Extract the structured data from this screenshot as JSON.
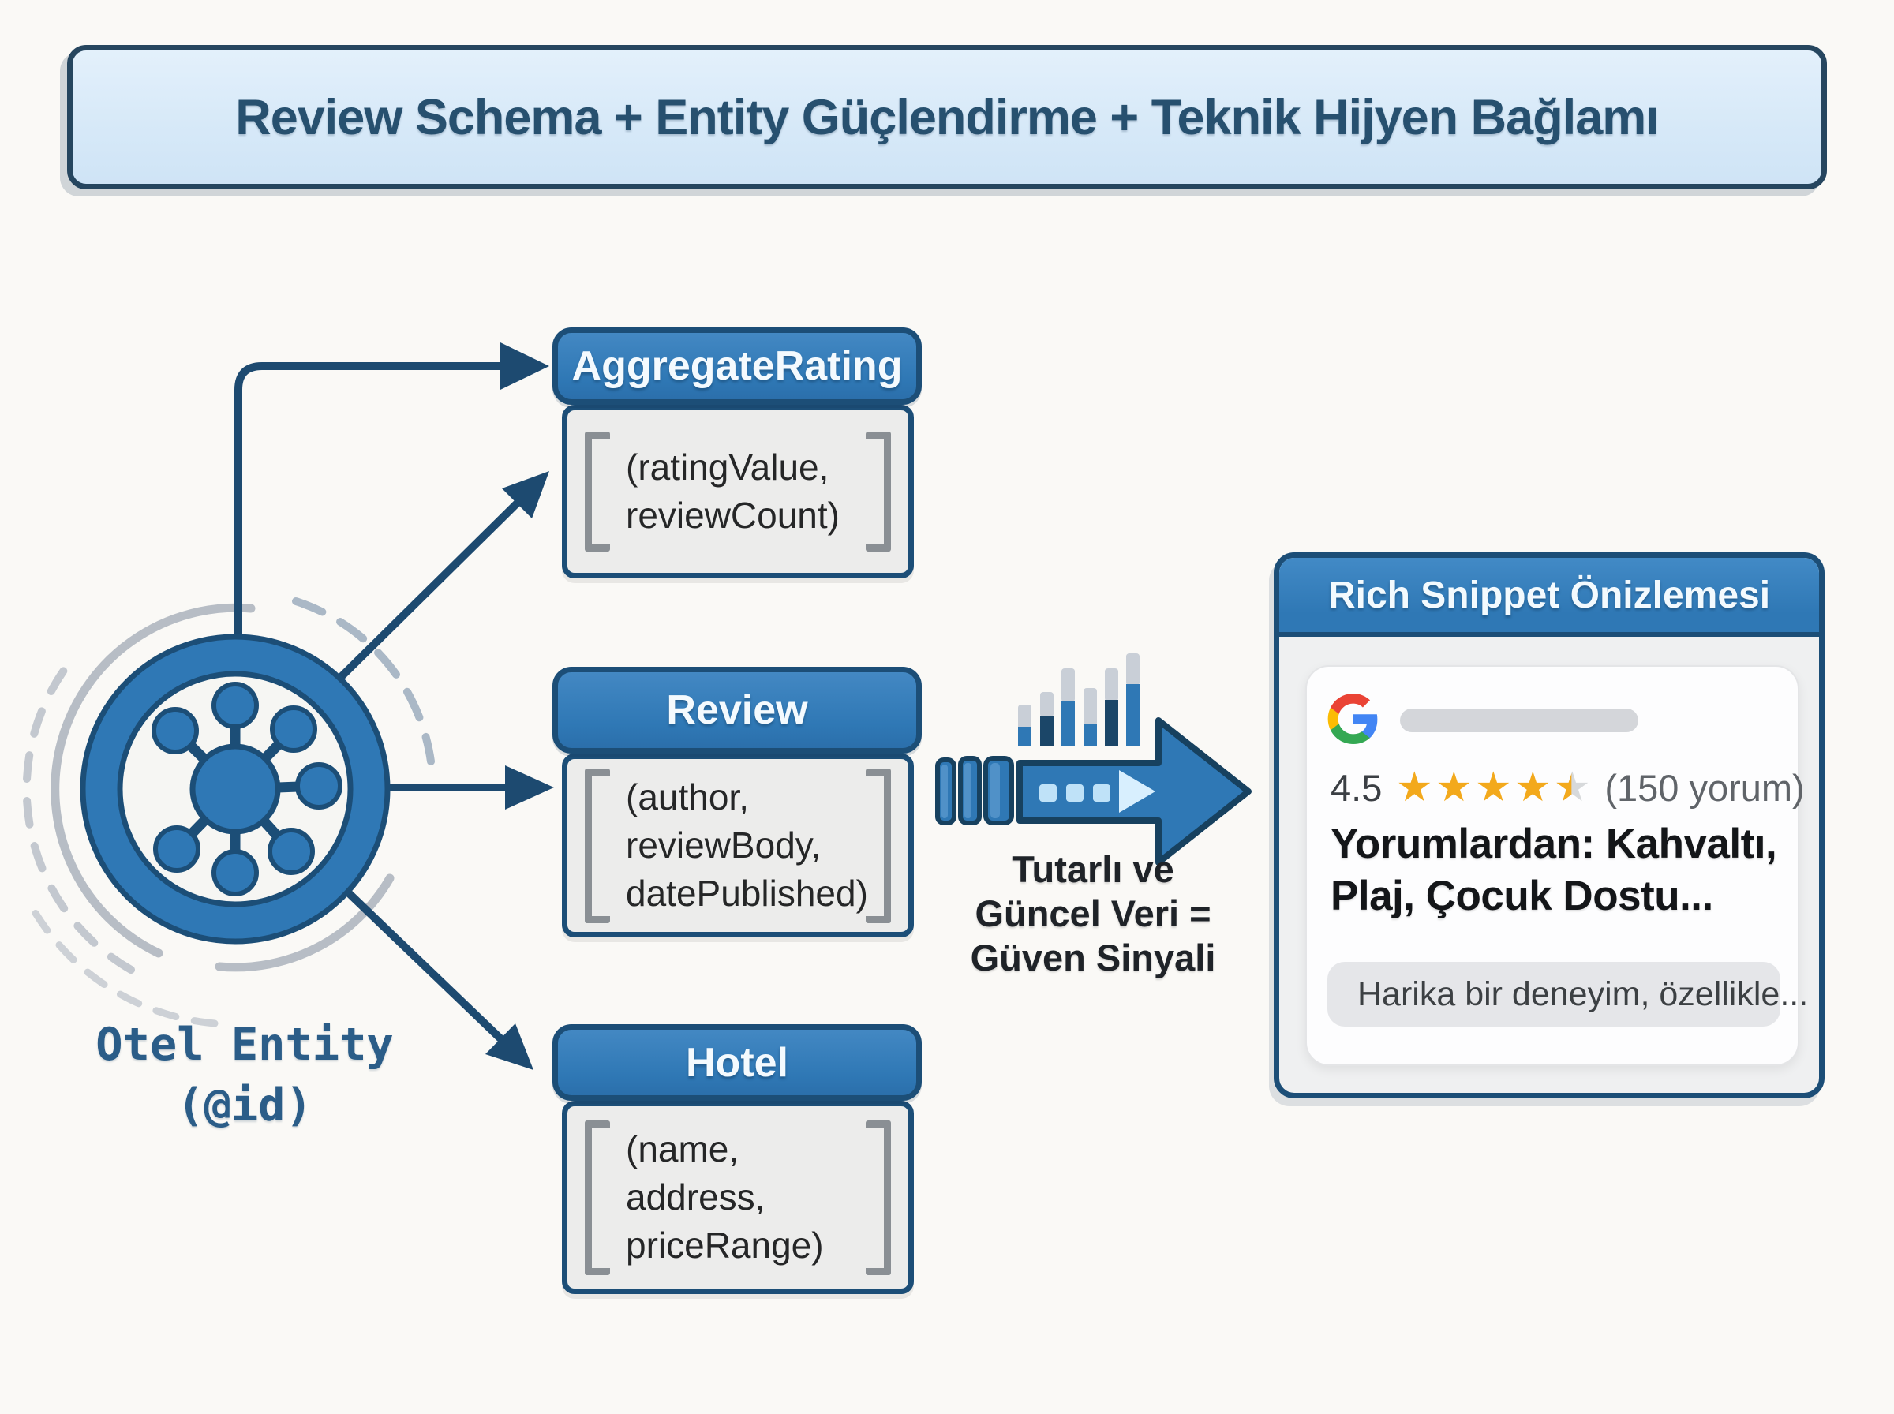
{
  "banner": {
    "title": "Review Schema + Entity Güçlendirme + Teknik Hijyen Bağlamı"
  },
  "entity": {
    "name": "Otel Entity",
    "id_label": "(@id)"
  },
  "schema_boxes": [
    {
      "header": "AggregateRating",
      "lines": [
        "(ratingValue,",
        "reviewCount)"
      ]
    },
    {
      "header": "Review",
      "lines": [
        "(author,",
        "reviewBody,",
        "datePublished)"
      ]
    },
    {
      "header": "Hotel",
      "lines": [
        "(name,",
        "address,",
        "priceRange)"
      ]
    }
  ],
  "flow_caption": {
    "line1": "Tutarlı ve",
    "line2": "Güncel Veri =",
    "line3": "Güven Sinyali"
  },
  "rich_snippet": {
    "header": "Rich Snippet Önizlemesi",
    "rating_value": "4.5",
    "stars_full": 4,
    "stars_half": 1,
    "review_count": "(150 yorum)",
    "headline_line1": "Yorumlardan: Kahvaltı,",
    "headline_line2": "Plaj, Çocuk Dostu...",
    "quote": "Harika bir deneyim, özellikle..."
  },
  "colors": {
    "accent_blue": "#2f78b5",
    "navy_outline": "#1c4e77",
    "banner_fill": "#d7e9f8",
    "banner_text": "#27506f",
    "star_amber": "#f3a91c",
    "muted_gray_text": "#606469"
  }
}
